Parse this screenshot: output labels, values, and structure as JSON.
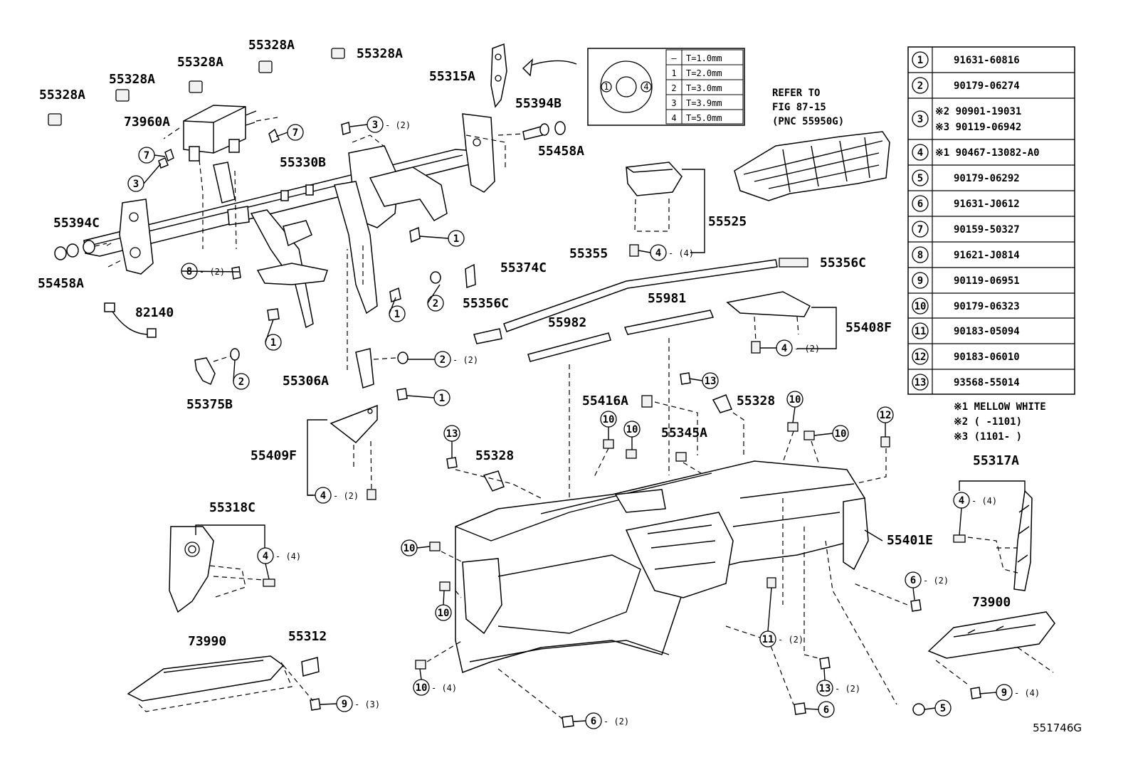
{
  "diagram_id": "551746G",
  "refer_note": [
    "REFER TO",
    "FIG 87-15",
    "(PNC 55950G)"
  ],
  "notes": [
    "※1  MELLOW  WHITE",
    "※2 (     -1101)",
    "※3 (1101-     )"
  ],
  "shim_table": [
    {
      "mark": "—",
      "value": "T=1.0mm"
    },
    {
      "mark": "1",
      "value": "T=2.0mm"
    },
    {
      "mark": "2",
      "value": "T=3.0mm"
    },
    {
      "mark": "3",
      "value": "T=3.9mm"
    },
    {
      "mark": "4",
      "value": "T=5.0mm"
    }
  ],
  "shim_marks": [
    "1",
    "4"
  ],
  "parts_table": [
    {
      "no": "1",
      "parts": [
        "91631-60816"
      ]
    },
    {
      "no": "2",
      "parts": [
        "90179-06274"
      ]
    },
    {
      "no": "3",
      "parts": [
        "※2 90901-19031",
        "※3 90119-06942"
      ]
    },
    {
      "no": "4",
      "parts": [
        "※1 90467-13082-A0"
      ]
    },
    {
      "no": "5",
      "parts": [
        "90179-06292"
      ]
    },
    {
      "no": "6",
      "parts": [
        "91631-J0612"
      ]
    },
    {
      "no": "7",
      "parts": [
        "90159-50327"
      ]
    },
    {
      "no": "8",
      "parts": [
        "91621-J0814"
      ]
    },
    {
      "no": "9",
      "parts": [
        "90119-06951"
      ]
    },
    {
      "no": "10",
      "parts": [
        "90179-06323"
      ]
    },
    {
      "no": "11",
      "parts": [
        "90183-05094"
      ]
    },
    {
      "no": "12",
      "parts": [
        "90183-06010"
      ]
    },
    {
      "no": "13",
      "parts": [
        "93568-55014"
      ]
    }
  ],
  "part_labels": {
    "l55328a_1": "55328A",
    "l55328a_2": "55328A",
    "l55328a_3": "55328A",
    "l55328a_4": "55328A",
    "l55328a_5": "55328A",
    "l73960a": "73960A",
    "l55315a": "55315A",
    "l55394b": "55394B",
    "l55458a_1": "55458A",
    "l55330b": "55330B",
    "l55394c": "55394C",
    "l55458a_2": "55458A",
    "l82140": "82140",
    "l55525": "55525",
    "l55355": "55355",
    "l55356c_1": "55356C",
    "l55374c": "55374C",
    "l55356c_2": "55356C",
    "l55981": "55981",
    "l55982": "55982",
    "l55408f": "55408F",
    "l55375b": "55375B",
    "l55306a": "55306A",
    "l55416a": "55416A",
    "l55328_1": "55328",
    "l55345a": "55345A",
    "l55409f": "55409F",
    "l55328_2": "55328",
    "l55317a": "55317A",
    "l55318c": "55318C",
    "l55401e": "55401E",
    "l73900": "73900",
    "l73990": "73990",
    "l55312": "55312"
  },
  "qty": {
    "q3a": "- (2)",
    "q8": "- (2)",
    "q4_55525": "- (4)",
    "q2a": "- (2)",
    "q4_55408": "- (2)",
    "q4_55409": "- (2)",
    "q4_55317": "- (4)",
    "q4_55318": "- (4)",
    "q6a": "- (2)",
    "q11": "- (2)",
    "q9a": "- (4)",
    "q10": "- (4)",
    "q13": "- (2)",
    "q6b": "- (2)",
    "q9b": "- (3)"
  },
  "callouts": {
    "c1a": "1",
    "c1b": "1",
    "c1c": "1",
    "c1d": "1",
    "c2a": "2",
    "c2b": "2",
    "c2c": "2",
    "c3a": "3",
    "c3b": "3",
    "c4a": "4",
    "c4b": "4",
    "c4c": "4",
    "c4d": "4",
    "c4e": "4",
    "c5": "5",
    "c6a": "6",
    "c6b": "6",
    "c6c": "6",
    "c7a": "7",
    "c7b": "7",
    "c8": "8",
    "c9a": "9",
    "c9b": "9",
    "c10a": "10",
    "c10b": "10",
    "c10c": "10",
    "c10d": "10",
    "c10e": "10",
    "c10f": "10",
    "c10g": "10",
    "c11": "11",
    "c12": "12",
    "c13a": "13",
    "c13b": "13",
    "c13c": "13"
  }
}
